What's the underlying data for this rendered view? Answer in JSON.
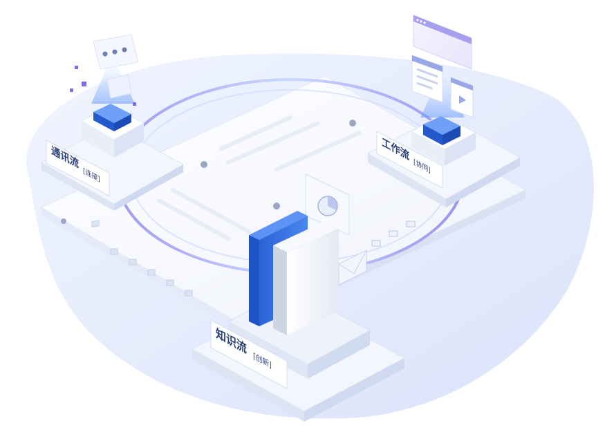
{
  "nodes": {
    "communication": {
      "title": "通讯流",
      "subtitle": "[连接]"
    },
    "work": {
      "title": "工作流",
      "subtitle": "[协同]"
    },
    "knowledge": {
      "title": "知识流",
      "subtitle": "[创新]"
    }
  },
  "colors": {
    "accent": "#2d6fe0",
    "label_text": "#2a3f77",
    "ring": "#8f86ee",
    "platform": "#eef2fb",
    "background_blob": "#d9e3fb"
  }
}
